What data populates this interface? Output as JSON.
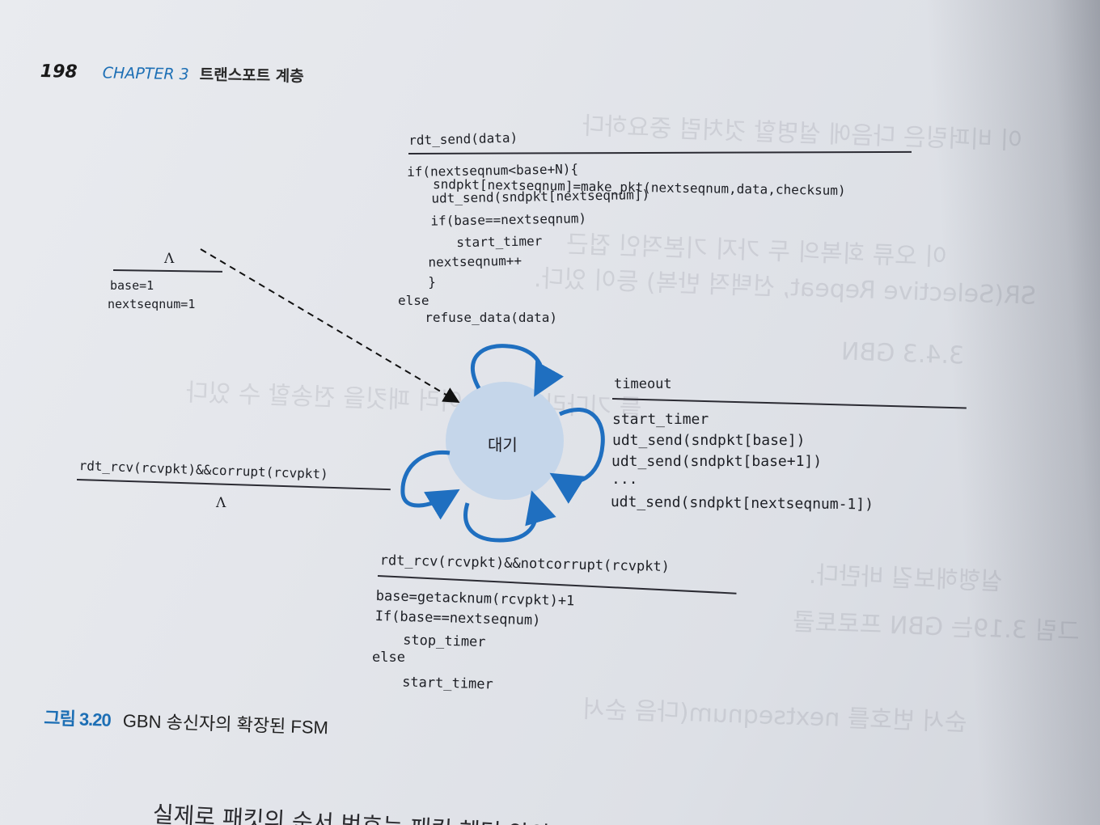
{
  "header": {
    "page_number": "198",
    "chapter": "CHAPTER 3",
    "chapter_title": "트랜스포트 계층"
  },
  "fsm": {
    "state_label": "대기",
    "init": {
      "event": "Λ",
      "actions": [
        "base=1",
        "nextseqnum=1"
      ]
    },
    "send": {
      "event": "rdt_send(data)",
      "actions": [
        "if(nextseqnum<base+N){",
        "  sndpkt[nextseqnum]=make_pkt(nextseqnum,data,checksum)",
        "  udt_send(sndpkt[nextseqnum])",
        "  if(base==nextseqnum)",
        "     start_timer",
        "  nextseqnum++",
        "  }",
        "else",
        "  refuse_data(data)"
      ]
    },
    "timeout": {
      "event": "timeout",
      "actions": [
        "start_timer",
        "udt_send(sndpkt[base])",
        "udt_send(sndpkt[base+1])",
        "...",
        "udt_send(sndpkt[nextseqnum-1])"
      ]
    },
    "corrupt": {
      "event": "rdt_rcv(rcvpkt)&&corrupt(rcvpkt)",
      "action": "Λ"
    },
    "ack": {
      "event": "rdt_rcv(rcvpkt)&&notcorrupt(rcvpkt)",
      "actions": [
        "base=getacknum(rcvpkt)+1",
        "If(base==nextseqnum)",
        "  stop_timer",
        "else",
        "  start_timer"
      ]
    }
  },
  "caption": {
    "number": "그림 3.20",
    "text": "GBN 송신자의 확장된 FSM"
  },
  "body_text": "실제로 패킷의 순서 번호는 패킷 헤더 안의",
  "colors": {
    "accent": "#1d6fb5",
    "state_fill": "#c5d6ea",
    "arrow": "#1f6fc0"
  }
}
